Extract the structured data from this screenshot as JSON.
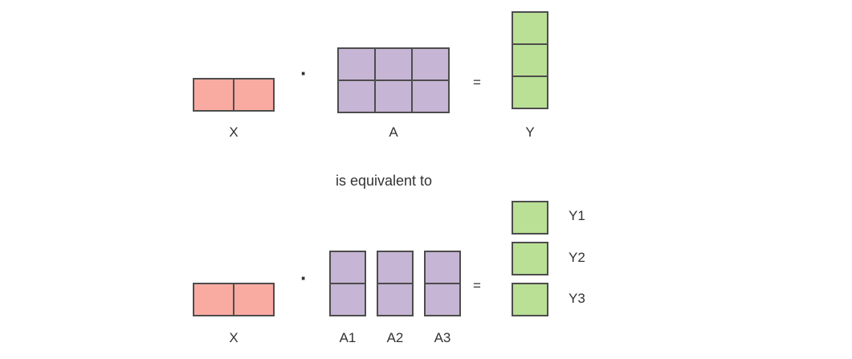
{
  "colors": {
    "pink_fill": "#f9aba1",
    "purple_fill": "#c6b5d4",
    "green_fill": "#b9e095",
    "border": "#4d4d4d",
    "text": "#333333",
    "background": "#ffffff"
  },
  "top_row": {
    "x_label": "X",
    "dot_operator": "·",
    "a_label": "A",
    "equals_operator": "=",
    "y_label": "Y",
    "x_matrix": {
      "rows": 1,
      "cols": 2,
      "fill": "pink"
    },
    "a_matrix": {
      "rows": 2,
      "cols": 3,
      "fill": "purple"
    },
    "y_matrix": {
      "rows": 3,
      "cols": 1,
      "fill": "green"
    }
  },
  "middle": {
    "equivalence_text": "is equivalent to"
  },
  "bottom_row": {
    "x_label": "X",
    "dot_operator": "·",
    "equals_operator": "=",
    "x_matrix": {
      "rows": 1,
      "cols": 2,
      "fill": "pink"
    },
    "a_split_matrices": [
      {
        "label": "A1",
        "rows": 2,
        "cols": 1,
        "fill": "purple"
      },
      {
        "label": "A2",
        "rows": 2,
        "cols": 1,
        "fill": "purple"
      },
      {
        "label": "A3",
        "rows": 2,
        "cols": 1,
        "fill": "purple"
      }
    ],
    "y_split_cells": [
      {
        "label": "Y1",
        "fill": "green"
      },
      {
        "label": "Y2",
        "fill": "green"
      },
      {
        "label": "Y3",
        "fill": "green"
      }
    ]
  }
}
